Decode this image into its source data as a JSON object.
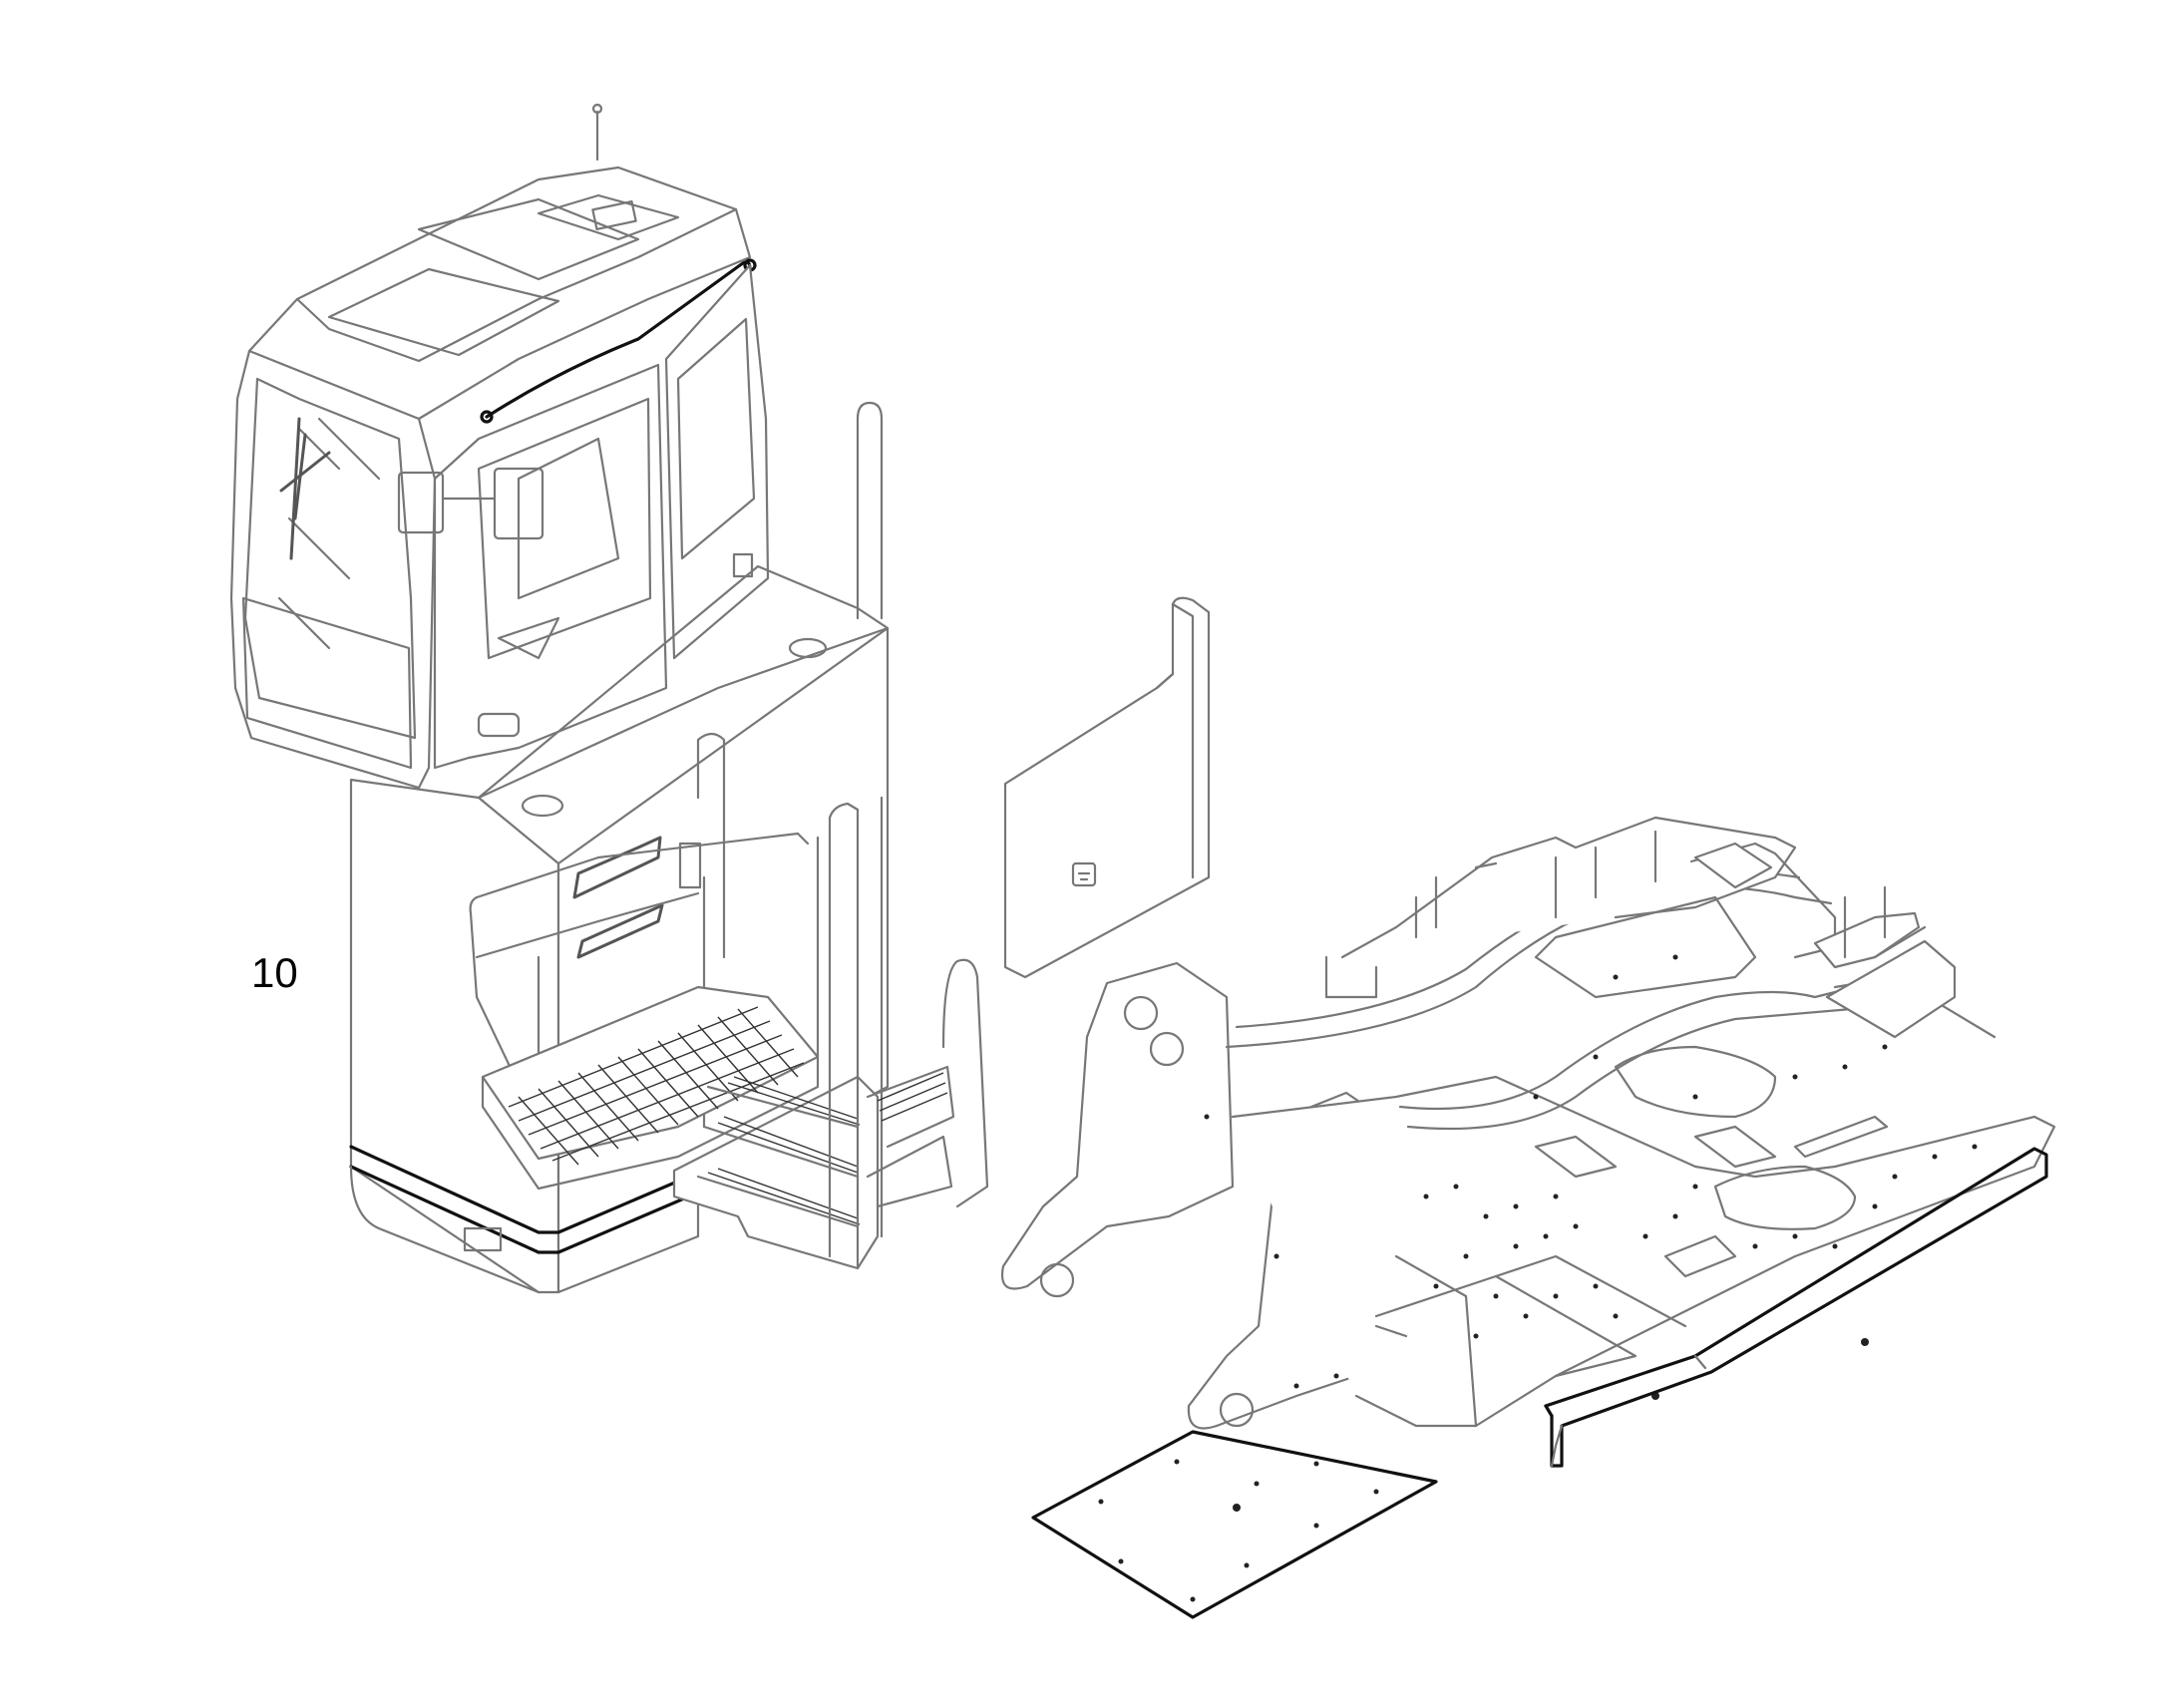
{
  "figure": {
    "callout_label": "10"
  },
  "parts": {
    "cab": "cab-assembly",
    "platform": "cab-platform-with-handrails",
    "steps": "step-ladder",
    "side_panel": "side-cover-panel",
    "frame": "upper-frame",
    "plate": "bottom-cover-plate",
    "rail": "side-rail-strip"
  },
  "colors": {
    "line_dark": "#111111",
    "line_grey": "#777777",
    "background": "#ffffff"
  }
}
